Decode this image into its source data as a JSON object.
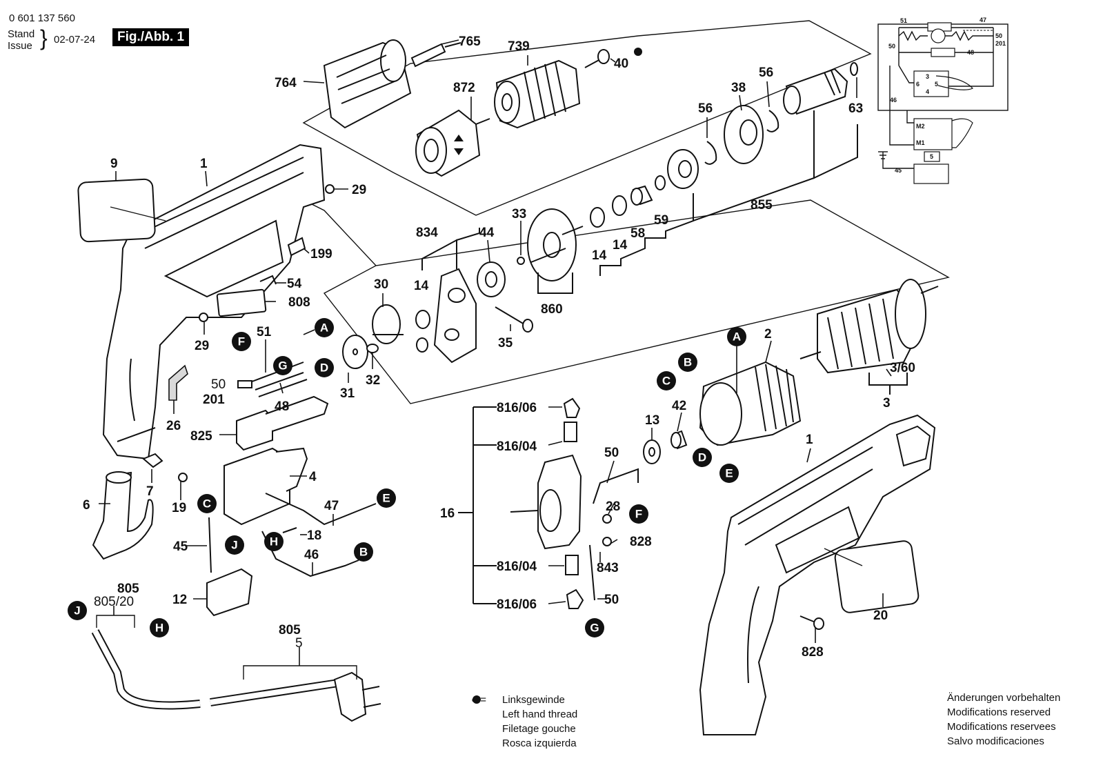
{
  "header": {
    "doc_number": "0 601 137 560",
    "stand_label": "Stand",
    "issue_label": "Issue",
    "date": "02-07-24",
    "fig_label": "Fig./Abb. 1"
  },
  "legend": {
    "symbol": "● =",
    "lines": [
      "Linksgewinde",
      "Left hand thread",
      "Filetage gouche",
      "Rosca izquierda"
    ]
  },
  "notice": {
    "lines": [
      "Änderungen vorbehalten",
      "Modifications reserved",
      "Modifications reservees",
      "Salvo modificaciones"
    ]
  },
  "schematic": {
    "labels": [
      "51",
      "47",
      "50",
      "201",
      "50",
      "48",
      "46",
      "3",
      "6",
      "5",
      "4",
      "M2",
      "M1",
      "5",
      "45"
    ]
  },
  "part_labels": {
    "p765": "765",
    "p739": "739",
    "p40": "40",
    "p764": "764",
    "p872": "872",
    "p56a": "56",
    "p38": "38",
    "p56b": "56",
    "p63": "63",
    "p9": "9",
    "p1a": "1",
    "p29a": "29",
    "p199": "199",
    "p54": "54",
    "p808": "808",
    "p29b": "29",
    "p834": "834",
    "p44": "44",
    "p33": "33",
    "p14a": "14",
    "p14b": "14",
    "p14c": "14",
    "p58": "58",
    "p59": "59",
    "p855": "855",
    "p860": "860",
    "p30": "30",
    "p35": "35",
    "p31": "31",
    "p32": "32",
    "p51": "51",
    "p50a": "50",
    "p201": "201",
    "p48": "48",
    "p26": "26",
    "p825": "825",
    "p2": "2",
    "p3_60": "3/60",
    "p3": "3",
    "p42": "42",
    "p13": "13",
    "p816_06a": "816/06",
    "p816_04a": "816/04",
    "p16": "16",
    "p816_04b": "816/04",
    "p816_06b": "816/06",
    "p50b": "50",
    "p28": "28",
    "p828a": "828",
    "p843": "843",
    "p50c": "50",
    "p1b": "1",
    "p20": "20",
    "p828b": "828",
    "p6": "6",
    "p7": "7",
    "p19": "19",
    "p4": "4",
    "p47": "47",
    "p18": "18",
    "p45": "45",
    "p46": "46",
    "p12": "12",
    "p805a": "805",
    "p805_20": "805/20",
    "p805b": "805",
    "p5": "5"
  },
  "connectors": {
    "A1": "A",
    "F1": "F",
    "G1": "G",
    "D1": "D",
    "E1": "E",
    "B1": "B",
    "C1": "C",
    "J1": "J",
    "H1": "H",
    "A2": "A",
    "B2": "B",
    "C2": "C",
    "D2": "D",
    "E2": "E",
    "F2": "F",
    "G2": "G",
    "J2": "J",
    "H2": "H"
  }
}
